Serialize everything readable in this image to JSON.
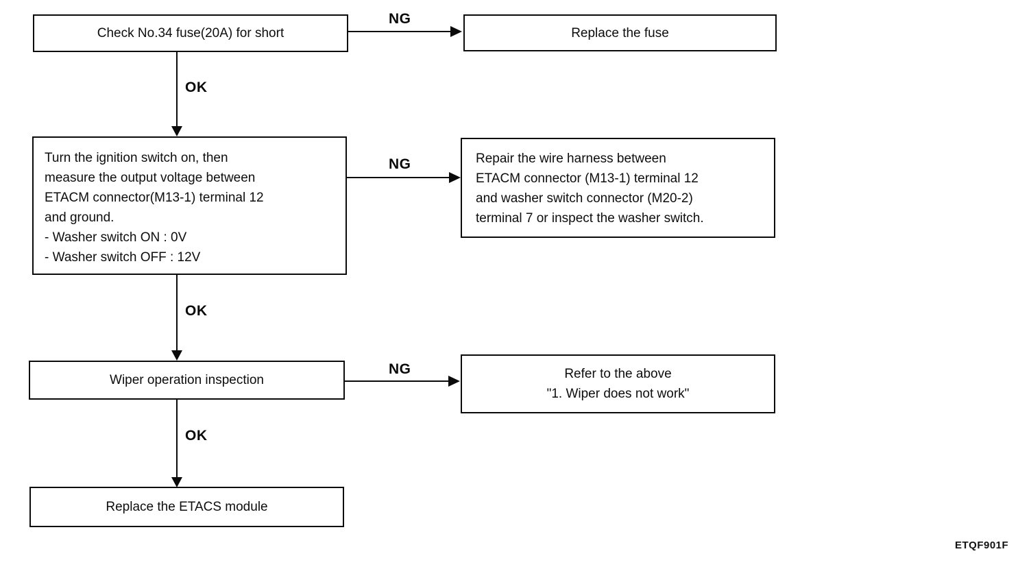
{
  "flowchart": {
    "decision_labels": {
      "ok": "OK",
      "ng": "NG"
    },
    "steps": {
      "check_fuse": "Check No.34 fuse(20A) for short",
      "measure_voltage": "Turn the ignition switch on, then\nmeasure the output voltage between\nETACM connector(M13-1) terminal 12\nand ground.\n- Washer switch ON : 0V\n- Washer switch OFF : 12V",
      "wiper_inspection": "Wiper operation inspection",
      "replace_etacs": "Replace the ETACS module"
    },
    "actions": {
      "replace_fuse": "Replace the fuse",
      "repair_harness": "Repair the wire harness between\nETACM connector (M13-1) terminal 12\nand washer switch connector (M20-2)\nterminal 7 or inspect the washer switch.",
      "refer_wiper": "Refer to the above\n\"1. Wiper does not work\""
    },
    "figure_code": "ETQF901F"
  }
}
